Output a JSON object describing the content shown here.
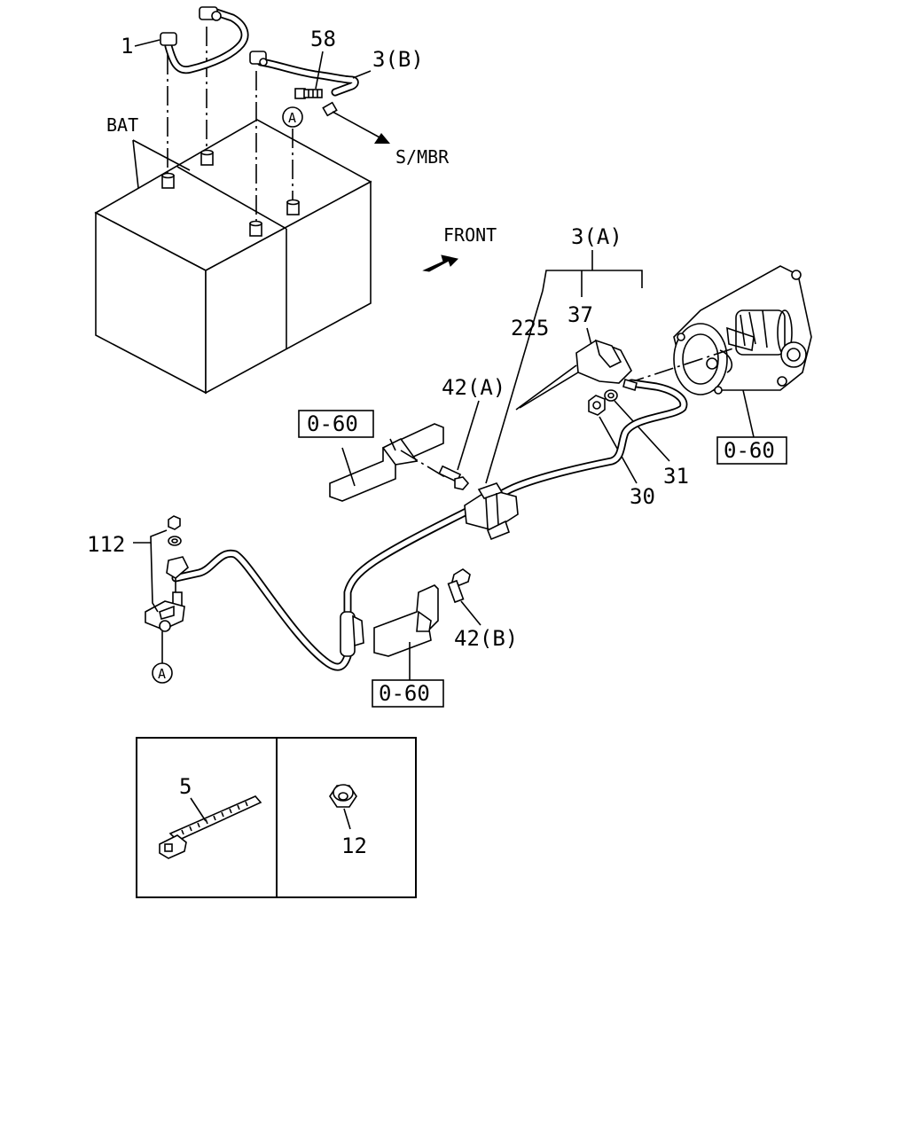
{
  "labels": {
    "l1": "1",
    "l58": "58",
    "l3b": "3(B)",
    "bat": "BAT",
    "a_top": "A",
    "smbr": "S/MBR",
    "front": "FRONT",
    "l3a": "3(A)",
    "l225": "225",
    "l37": "37",
    "l42a": "42(A)",
    "l30": "30",
    "l31": "31",
    "l112": "112",
    "a_bottom": "A",
    "l42b": "42(B)",
    "l5": "5",
    "l12": "12"
  },
  "refs": {
    "ref1": "0-60",
    "ref2": "0-60",
    "ref3": "0-60"
  }
}
